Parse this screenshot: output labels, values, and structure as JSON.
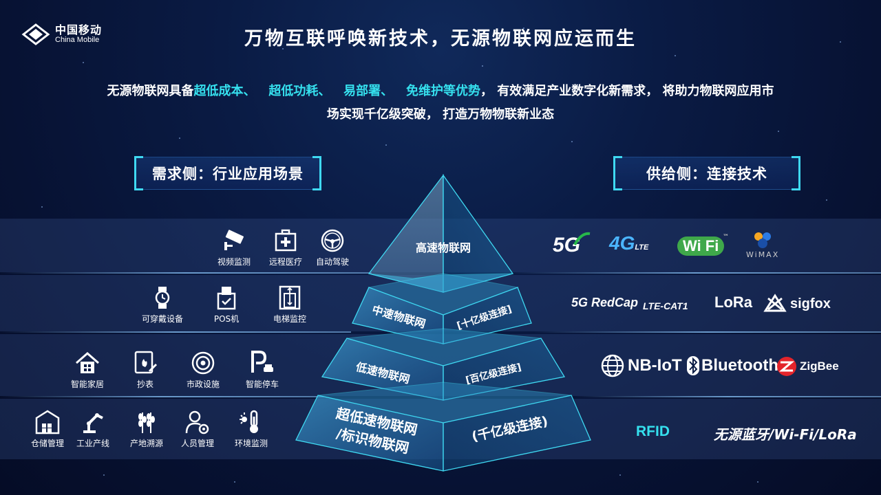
{
  "logo": {
    "cn": "中国移动",
    "en": "China Mobile"
  },
  "title": "万物互联呼唤新技术，无源物联网应运而生",
  "description": {
    "prefix": "无源物联网具备",
    "highlights": [
      "超低成本、",
      "超低功耗、",
      "易部署、",
      "免维护等优势"
    ],
    "line1_rest": "， 有效满足产业数字化新需求， 将助力物联网应用市",
    "line2": "场实现千亿级突破， 打造万物物联新业态"
  },
  "demand_label": "需求侧：行业应用场景",
  "supply_label": "供给侧：连接技术",
  "pyramid": {
    "tier1": {
      "name": "高速物联网"
    },
    "tier2": {
      "name": "中速物联网",
      "scale": "[十亿级连接]"
    },
    "tier3": {
      "name": "低速物联网",
      "scale": "[百亿级连接]"
    },
    "tier4": {
      "name_line1": "超低速物联网",
      "name_line2": "/标识物联网",
      "scale": "(千亿级连接)"
    }
  },
  "row1": {
    "apps": [
      {
        "label": "视频监测",
        "icon": "cctv-camera-icon"
      },
      {
        "label": "远程医疗",
        "icon": "medical-kit-icon"
      },
      {
        "label": "自动驾驶",
        "icon": "steering-wheel-icon"
      }
    ],
    "tech": {
      "g5": "5G",
      "g4": "4G",
      "lte": "LTE",
      "wifi": "Wi Fi",
      "tm": "™",
      "wimax": "WiMAX"
    }
  },
  "row2": {
    "apps": [
      {
        "label": "可穿戴设备",
        "icon": "smartwatch-icon"
      },
      {
        "label": "POS机",
        "icon": "pos-terminal-icon"
      },
      {
        "label": "电梯监控",
        "icon": "elevator-icon"
      }
    ],
    "tech": {
      "redcap": "5G RedCap",
      "ltecat1": "LTE-CAT1",
      "lora": "LoRa",
      "sigfox": "sigfox"
    }
  },
  "row3": {
    "apps": [
      {
        "label": "智能家居",
        "icon": "smart-home-icon"
      },
      {
        "label": "抄表",
        "icon": "meter-reading-icon"
      },
      {
        "label": "市政设施",
        "icon": "municipal-target-icon"
      },
      {
        "label": "智能停车",
        "icon": "smart-parking-icon"
      }
    ],
    "tech": {
      "nbiot": "NB-IoT",
      "bluetooth": "Bluetooth",
      "zigbee": "ZigBee"
    }
  },
  "row4": {
    "apps": [
      {
        "label": "仓储管理",
        "icon": "warehouse-icon"
      },
      {
        "label": "工业产线",
        "icon": "robot-arm-icon"
      },
      {
        "label": "产地溯源",
        "icon": "wheat-icon"
      },
      {
        "label": "人员管理",
        "icon": "person-gear-icon"
      },
      {
        "label": "环境监测",
        "icon": "thermometer-sun-icon"
      }
    ],
    "tech": {
      "rfid": "RFID",
      "passive": "无源蓝牙/Wi-Fi/LoRa"
    }
  },
  "colors": {
    "accent": "#35e0ee",
    "pyramid_edge": "#3fd9f2",
    "text": "#ffffff"
  }
}
